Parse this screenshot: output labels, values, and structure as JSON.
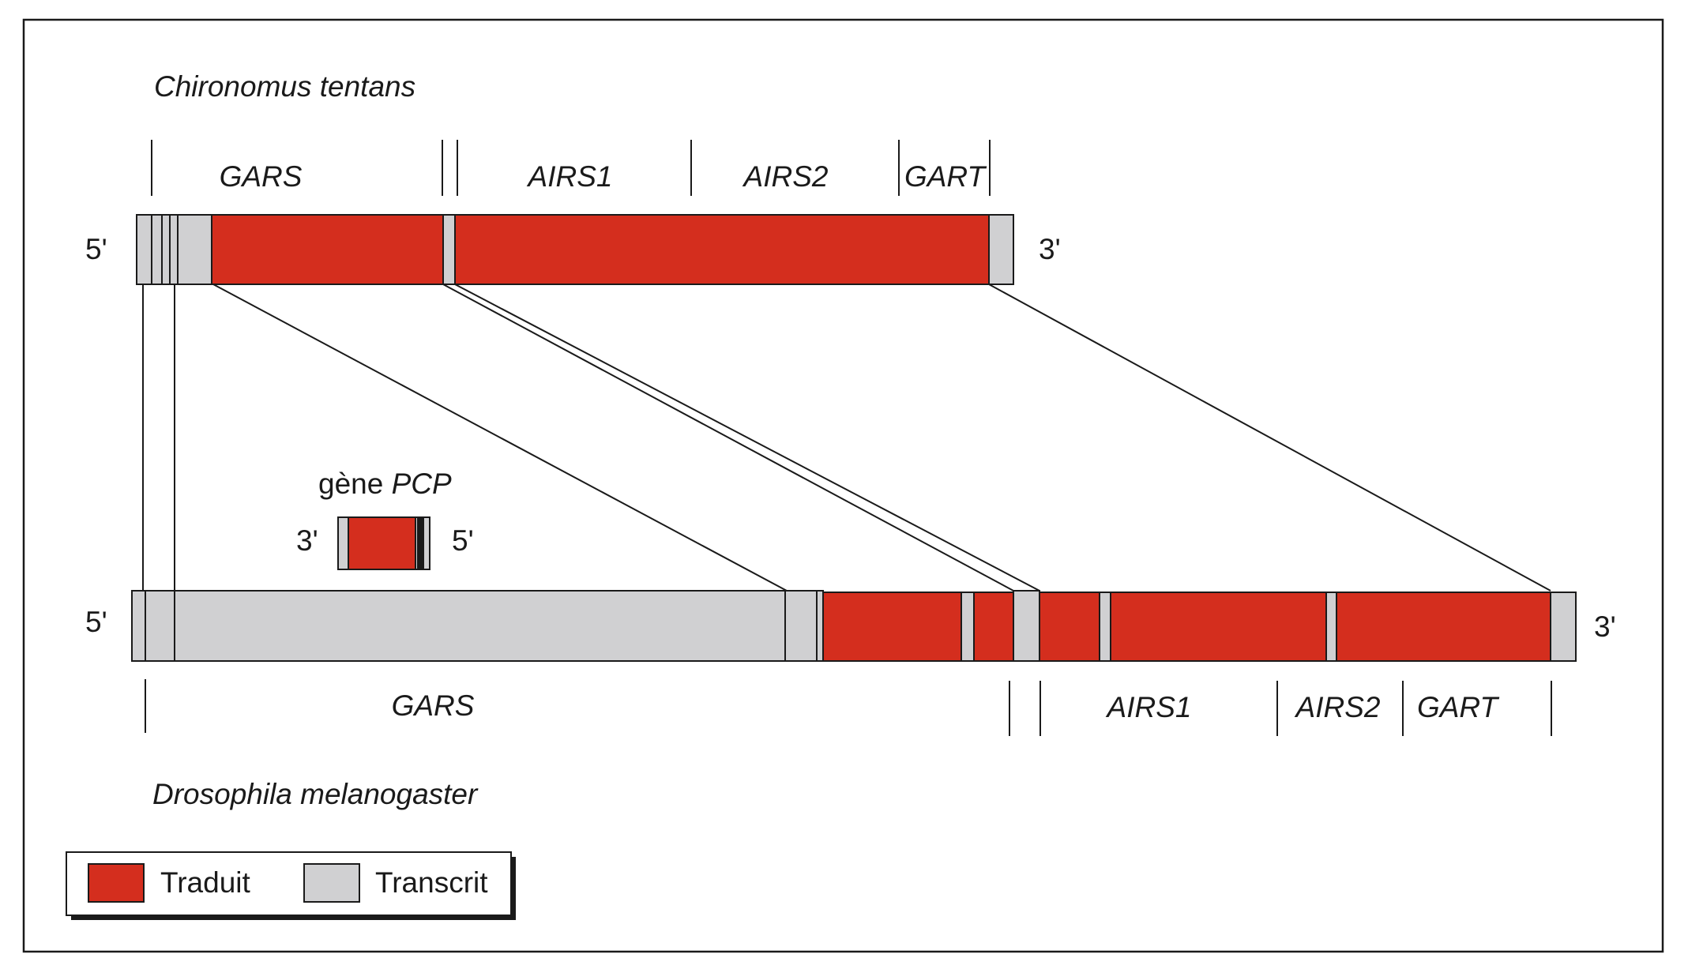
{
  "colors": {
    "translated": "#d42e1e",
    "transcribed": "#d0d0d2",
    "line": "#1a1a1a",
    "background": "#ffffff"
  },
  "species": {
    "top": "Chironomus tentans",
    "bottom": "Drosophila melanogaster"
  },
  "ends": {
    "five_prime": "5'",
    "three_prime": "3'"
  },
  "top_segments": {
    "gars": "GARS",
    "airs1": "AIRS1",
    "airs2": "AIRS2",
    "gart": "GART"
  },
  "bottom_segments": {
    "gars": "GARS",
    "airs1": "AIRS1",
    "airs2": "AIRS2",
    "gart": "GART"
  },
  "pcp": {
    "prefix": "gène ",
    "name": "PCP",
    "left_end": "3'",
    "right_end": "5'"
  },
  "legend": {
    "translated_label": "Traduit",
    "transcribed_label": "Transcrit"
  }
}
